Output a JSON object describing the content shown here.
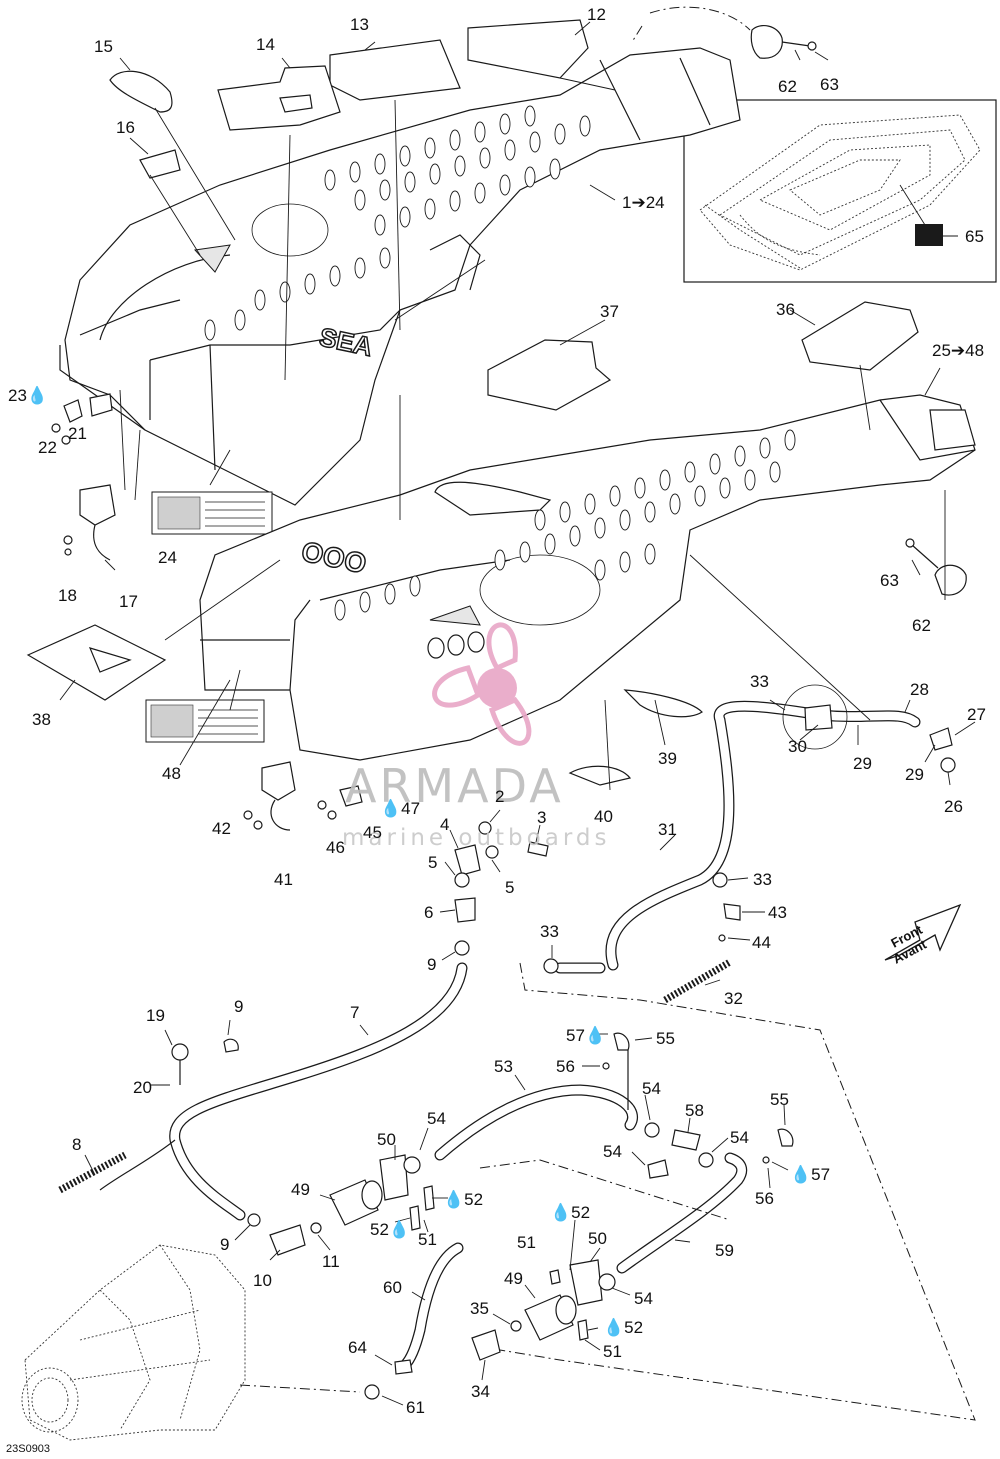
{
  "diagram_code": "23S0903",
  "watermark": {
    "brand": "ARMADA",
    "tagline": "marine outboards",
    "logo_color": "#e8a6c6"
  },
  "front_arrow": {
    "line1": "Front",
    "line2": "Avant"
  },
  "labels": [
    {
      "id": "p1",
      "text": "1➔24"
    },
    {
      "id": "p12",
      "text": "12"
    },
    {
      "id": "p13",
      "text": "13"
    },
    {
      "id": "p14",
      "text": "14"
    },
    {
      "id": "p15",
      "text": "15"
    },
    {
      "id": "p16",
      "text": "16"
    },
    {
      "id": "p62a",
      "text": "62"
    },
    {
      "id": "p63a",
      "text": "63"
    },
    {
      "id": "p65",
      "text": "65"
    },
    {
      "id": "p23",
      "text": "23💧"
    },
    {
      "id": "p22",
      "text": "22"
    },
    {
      "id": "p21",
      "text": "21"
    },
    {
      "id": "p24",
      "text": "24"
    },
    {
      "id": "p18",
      "text": "18"
    },
    {
      "id": "p17",
      "text": "17"
    },
    {
      "id": "p37",
      "text": "37"
    },
    {
      "id": "p36",
      "text": "36"
    },
    {
      "id": "p25",
      "text": "25➔48"
    },
    {
      "id": "p63b",
      "text": "63"
    },
    {
      "id": "p62b",
      "text": "62"
    },
    {
      "id": "p38",
      "text": "38"
    },
    {
      "id": "p48",
      "text": "48"
    },
    {
      "id": "p33a",
      "text": "33"
    },
    {
      "id": "p28",
      "text": "28"
    },
    {
      "id": "p27",
      "text": "27"
    },
    {
      "id": "p30",
      "text": "30"
    },
    {
      "id": "p29a",
      "text": "29"
    },
    {
      "id": "p29b",
      "text": "29"
    },
    {
      "id": "p26",
      "text": "26"
    },
    {
      "id": "p39",
      "text": "39"
    },
    {
      "id": "p40",
      "text": "40"
    },
    {
      "id": "p42",
      "text": "42"
    },
    {
      "id": "p41",
      "text": "41"
    },
    {
      "id": "p46",
      "text": "46"
    },
    {
      "id": "p45",
      "text": "45"
    },
    {
      "id": "p47",
      "text": "💧47"
    },
    {
      "id": "p2",
      "text": "2"
    },
    {
      "id": "p3",
      "text": "3"
    },
    {
      "id": "p4",
      "text": "4"
    },
    {
      "id": "p5a",
      "text": "5"
    },
    {
      "id": "p5b",
      "text": "5"
    },
    {
      "id": "p6",
      "text": "6"
    },
    {
      "id": "p9a",
      "text": "9"
    },
    {
      "id": "p31",
      "text": "31"
    },
    {
      "id": "p33b",
      "text": "33"
    },
    {
      "id": "p43",
      "text": "43"
    },
    {
      "id": "p44",
      "text": "44"
    },
    {
      "id": "p33c",
      "text": "33"
    },
    {
      "id": "p32",
      "text": "32"
    },
    {
      "id": "p7",
      "text": "7"
    },
    {
      "id": "p19",
      "text": "19"
    },
    {
      "id": "p9b",
      "text": "9"
    },
    {
      "id": "p20",
      "text": "20"
    },
    {
      "id": "p8",
      "text": "8"
    },
    {
      "id": "p57a",
      "text": "57💧"
    },
    {
      "id": "p55a",
      "text": "55"
    },
    {
      "id": "p56a",
      "text": "56"
    },
    {
      "id": "p53",
      "text": "53"
    },
    {
      "id": "p54a",
      "text": "54"
    },
    {
      "id": "p58",
      "text": "58"
    },
    {
      "id": "p54b",
      "text": "54"
    },
    {
      "id": "p54c",
      "text": "54"
    },
    {
      "id": "p55b",
      "text": "55"
    },
    {
      "id": "p57b",
      "text": "💧57"
    },
    {
      "id": "p56b",
      "text": "56"
    },
    {
      "id": "p50a",
      "text": "50"
    },
    {
      "id": "p54d",
      "text": "54"
    },
    {
      "id": "p49a",
      "text": "49"
    },
    {
      "id": "p52a",
      "text": "💧52"
    },
    {
      "id": "p52b",
      "text": "52💧"
    },
    {
      "id": "p51a",
      "text": "51"
    },
    {
      "id": "p9c",
      "text": "9"
    },
    {
      "id": "p10",
      "text": "10"
    },
    {
      "id": "p11",
      "text": "11"
    },
    {
      "id": "p59",
      "text": "59"
    },
    {
      "id": "p52c",
      "text": "💧52"
    },
    {
      "id": "p51b",
      "text": "51"
    },
    {
      "id": "p50b",
      "text": "50"
    },
    {
      "id": "p60",
      "text": "60"
    },
    {
      "id": "p49b",
      "text": "49"
    },
    {
      "id": "p54e",
      "text": "54"
    },
    {
      "id": "p35",
      "text": "35"
    },
    {
      "id": "p52d",
      "text": "💧52"
    },
    {
      "id": "p51c",
      "text": "51"
    },
    {
      "id": "p64",
      "text": "64"
    },
    {
      "id": "p34",
      "text": "34"
    },
    {
      "id": "p61",
      "text": "61"
    }
  ]
}
